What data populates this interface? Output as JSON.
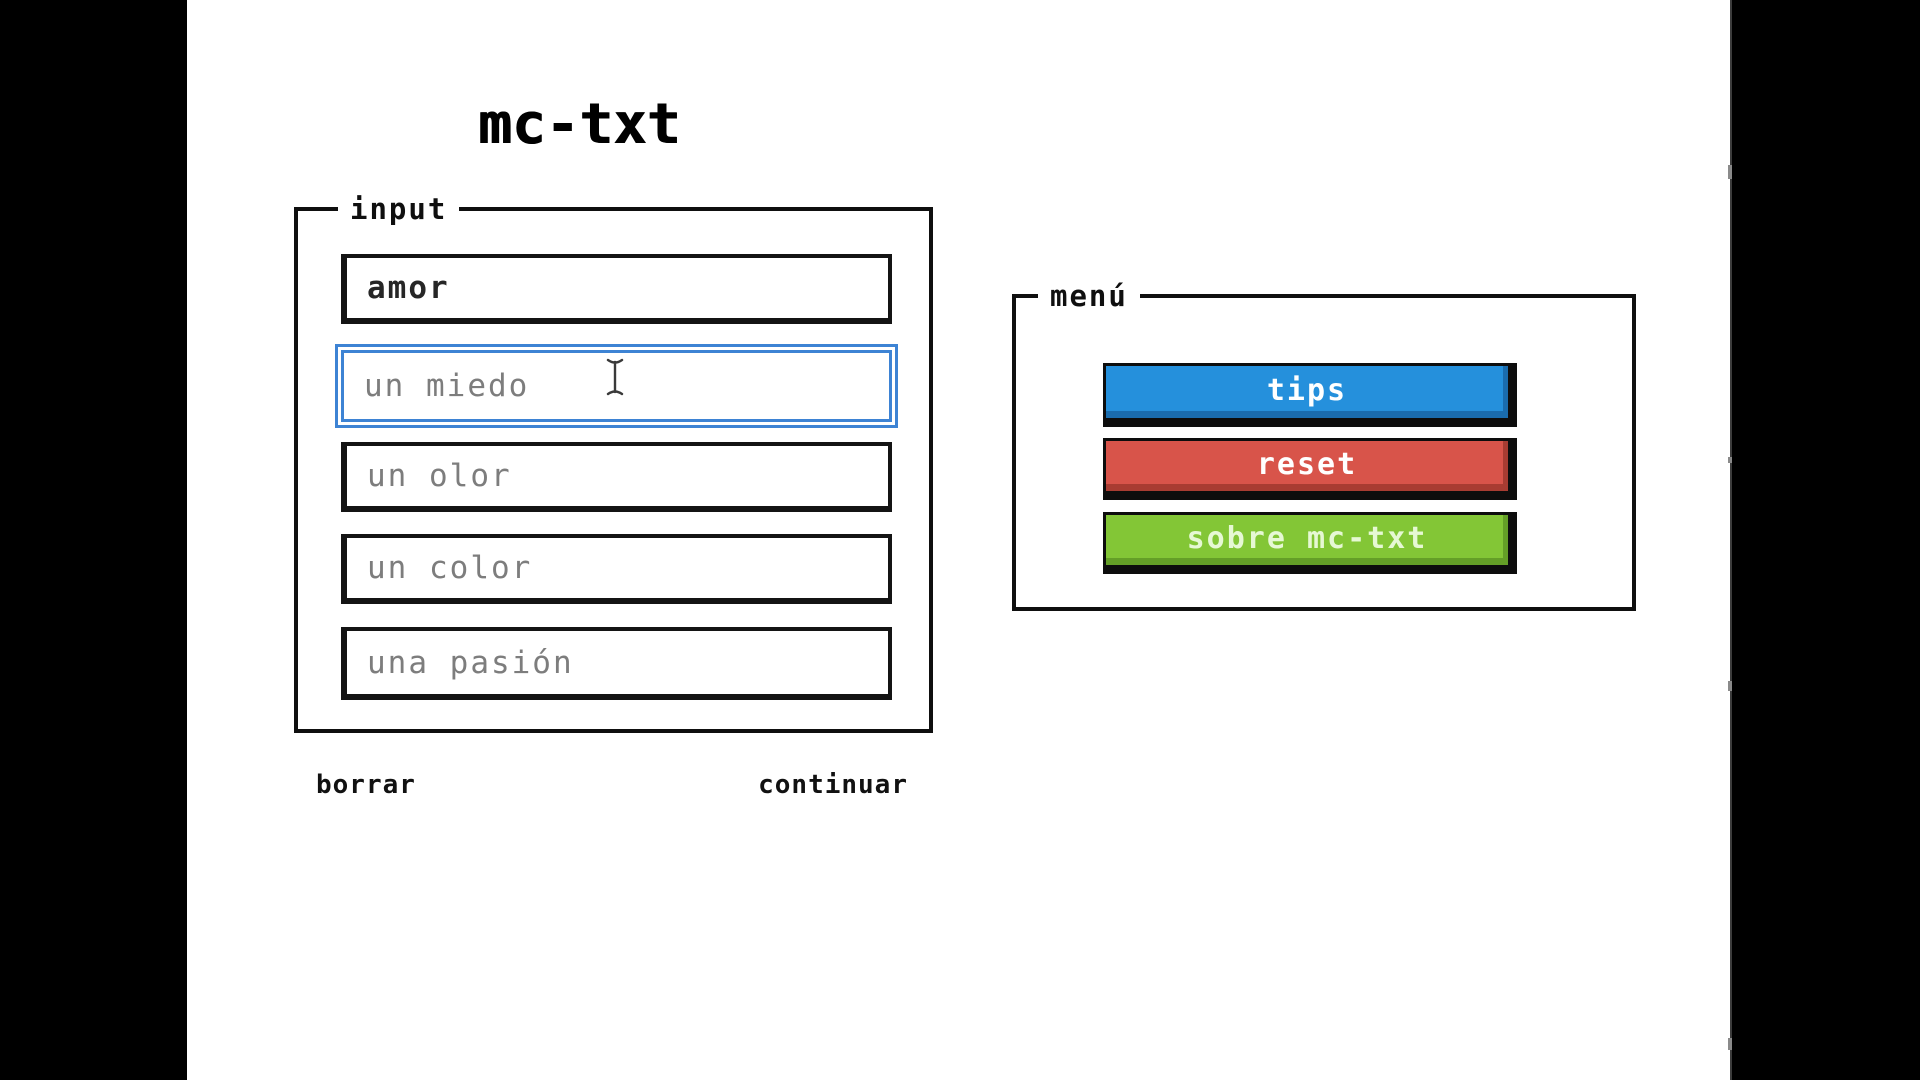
{
  "window": {
    "title": "mc-txt"
  },
  "letterbox": {
    "color": "#000000"
  },
  "input_panel": {
    "legend": "input",
    "fields": [
      {
        "value": "amor",
        "placeholder": ""
      },
      {
        "value": "",
        "placeholder": "un miedo",
        "focused": true
      },
      {
        "value": "",
        "placeholder": "un olor"
      },
      {
        "value": "",
        "placeholder": "un color"
      },
      {
        "value": "",
        "placeholder": "una pasión"
      }
    ],
    "actions": {
      "clear": "borrar",
      "continue": "continuar"
    },
    "colors": {
      "value_text": "#262626",
      "placeholder_text": "#7d7d7d",
      "focus_ring": "#3d83d4",
      "border": "#141414"
    }
  },
  "menu_panel": {
    "legend": "menú",
    "buttons": [
      {
        "label": "tips",
        "color": "#2590dc",
        "shade": "#1a6cae",
        "text_color": "#ffffff"
      },
      {
        "label": "reset",
        "color": "#d8544a",
        "shade": "#a83c32",
        "text_color": "#ffffff"
      },
      {
        "label": "sobre mc-txt",
        "color": "#83c636",
        "shade": "#649f27",
        "text_color": "#e6f8d4"
      }
    ]
  },
  "pointer": {
    "icon": "i-beam-text-cursor"
  }
}
